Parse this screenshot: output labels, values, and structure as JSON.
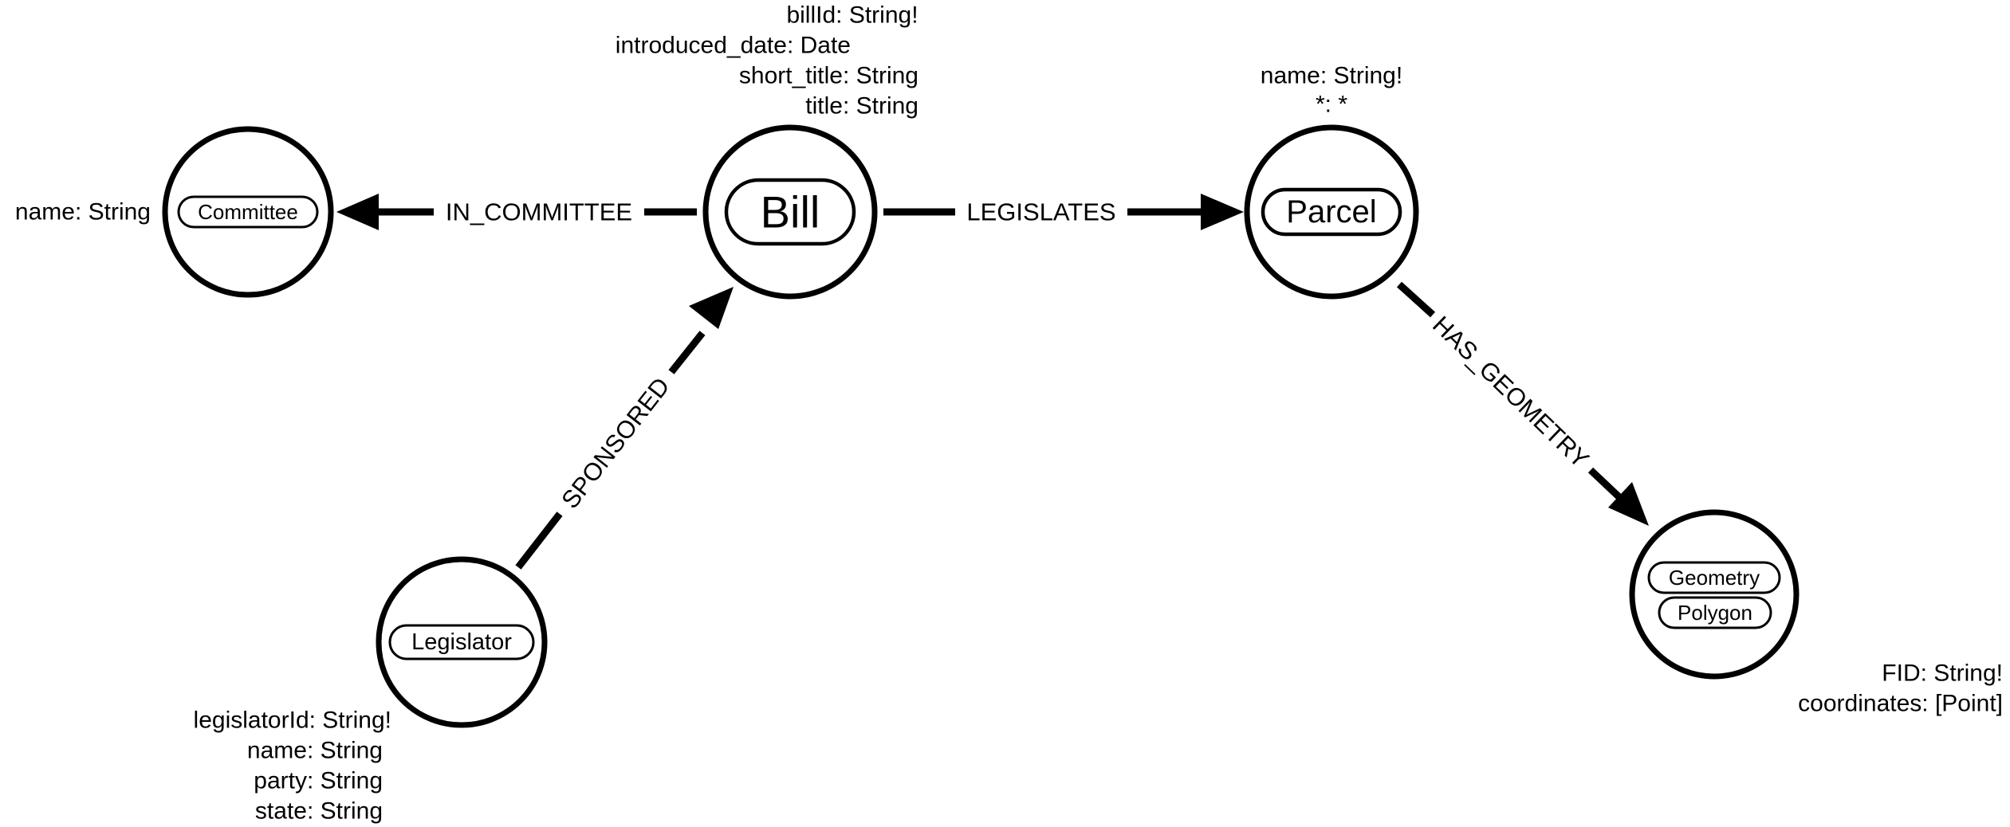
{
  "colors": {
    "stroke": "#000000",
    "background": "#ffffff"
  },
  "nodes": {
    "committee": {
      "labels": [
        "Committee"
      ],
      "properties": [
        "name: String"
      ]
    },
    "bill": {
      "labels": [
        "Bill"
      ],
      "properties": [
        "billId: String!",
        "introduced_date: Date",
        "short_title: String",
        "title: String"
      ]
    },
    "parcel": {
      "labels": [
        "Parcel"
      ],
      "properties": [
        "name: String!",
        "*: *"
      ]
    },
    "legislator": {
      "labels": [
        "Legislator"
      ],
      "properties": [
        "legislatorId: String!",
        "name: String",
        "party: String",
        "state: String"
      ]
    },
    "geometry": {
      "labels": [
        "Geometry",
        "Polygon"
      ],
      "properties": [
        "FID: String!",
        "coordinates: [Point]"
      ]
    }
  },
  "relationships": {
    "in_committee": {
      "type": "IN_COMMITTEE",
      "from": "Bill",
      "to": "Committee"
    },
    "legislates": {
      "type": "LEGISLATES",
      "from": "Bill",
      "to": "Parcel"
    },
    "sponsored": {
      "type": "SPONSORED",
      "from": "Legislator",
      "to": "Bill"
    },
    "has_geometry": {
      "type": "HAS_GEOMETRY",
      "from": "Parcel",
      "to": "Geometry"
    }
  }
}
